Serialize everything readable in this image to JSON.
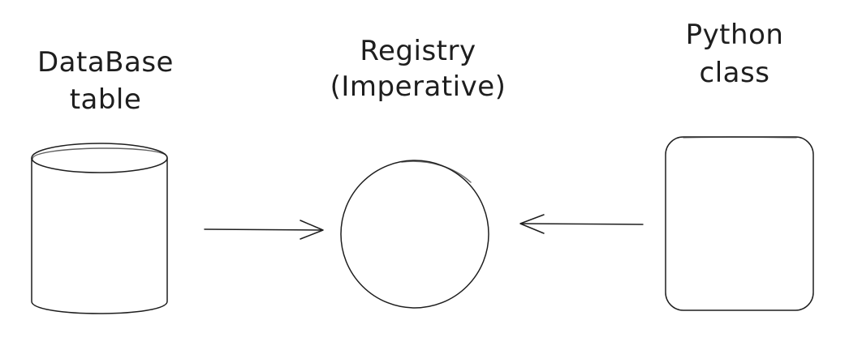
{
  "diagram": {
    "nodes": [
      {
        "id": "database-table",
        "shape": "cylinder",
        "label_lines": [
          "DataBase",
          "table"
        ],
        "fill": "#ced4da"
      },
      {
        "id": "registry",
        "shape": "circle",
        "label_lines": [
          "Registry",
          "(Imperative)"
        ],
        "fill": "#ffffff"
      },
      {
        "id": "python-class",
        "shape": "rounded-rectangle",
        "label_lines": [
          "Python",
          "class"
        ],
        "fill": "#ffffff"
      }
    ],
    "edges": [
      {
        "from": "database-table",
        "to": "registry"
      },
      {
        "from": "python-class",
        "to": "registry"
      }
    ],
    "stroke_color": "#1e1e1e"
  }
}
